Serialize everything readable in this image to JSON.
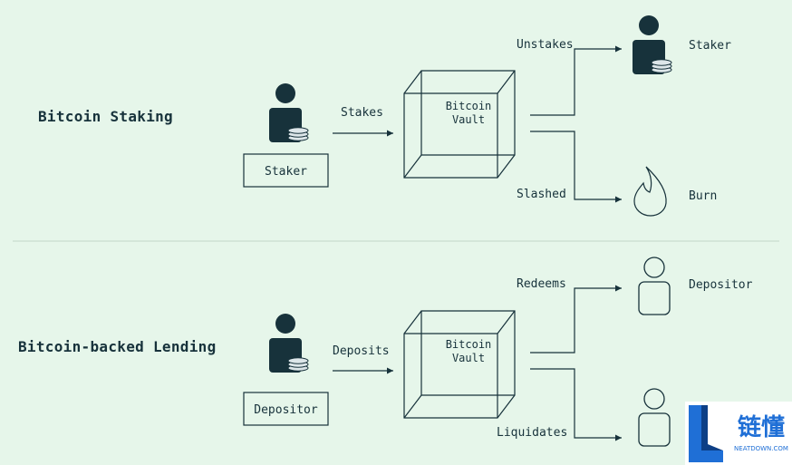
{
  "sections": {
    "staking": {
      "title": "Bitcoin Staking",
      "actor_label": "Staker",
      "action_label": "Stakes",
      "vault_line1": "Bitcoin",
      "vault_line2": "Vault",
      "outcome_top_label": "Unstakes",
      "outcome_top_target": "Staker",
      "outcome_bottom_label": "Slashed",
      "outcome_bottom_target": "Burn"
    },
    "lending": {
      "title": "Bitcoin-backed Lending",
      "actor_label": "Depositor",
      "action_label": "Deposits",
      "vault_line1": "Bitcoin",
      "vault_line2": "Vault",
      "outcome_top_label": "Redeems",
      "outcome_top_target": "Depositor",
      "outcome_bottom_label": "Liquidates"
    }
  },
  "watermark": {
    "text": "链懂",
    "subtext": "NEATDOWN.COM"
  },
  "icons": {
    "actor": "person-with-coins-icon",
    "burn": "flame-icon",
    "outline_person": "person-outline-icon"
  },
  "colors": {
    "background": "#e6f6ea",
    "ink": "#17323b",
    "divider": "#c9dccf",
    "watermark_blue": "#1f6fd6"
  }
}
